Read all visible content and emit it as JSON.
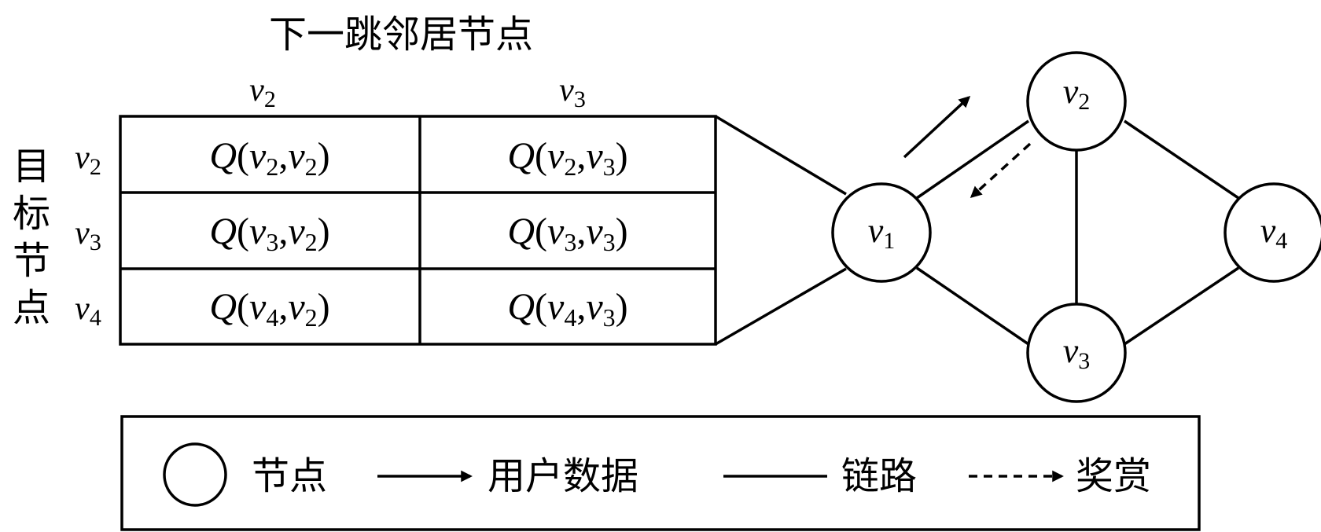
{
  "table": {
    "column_header_title": "下一跳邻居节点",
    "row_header_title": [
      "目",
      "标",
      "节",
      "点"
    ],
    "columns": [
      {
        "var": "v",
        "sub": "2"
      },
      {
        "var": "v",
        "sub": "3"
      }
    ],
    "rows": [
      {
        "var": "v",
        "sub": "2",
        "cells": [
          {
            "fn": "Q",
            "a": "v",
            "a_sub": "2",
            "b": "v",
            "b_sub": "2"
          },
          {
            "fn": "Q",
            "a": "v",
            "a_sub": "2",
            "b": "v",
            "b_sub": "3"
          }
        ]
      },
      {
        "var": "v",
        "sub": "3",
        "cells": [
          {
            "fn": "Q",
            "a": "v",
            "a_sub": "3",
            "b": "v",
            "b_sub": "2"
          },
          {
            "fn": "Q",
            "a": "v",
            "a_sub": "3",
            "b": "v",
            "b_sub": "3"
          }
        ]
      },
      {
        "var": "v",
        "sub": "4",
        "cells": [
          {
            "fn": "Q",
            "a": "v",
            "a_sub": "4",
            "b": "v",
            "b_sub": "2"
          },
          {
            "fn": "Q",
            "a": "v",
            "a_sub": "4",
            "b": "v",
            "b_sub": "3"
          }
        ]
      }
    ]
  },
  "graph": {
    "nodes": [
      {
        "id": "v1",
        "var": "v",
        "sub": "1"
      },
      {
        "id": "v2",
        "var": "v",
        "sub": "2"
      },
      {
        "id": "v3",
        "var": "v",
        "sub": "3"
      },
      {
        "id": "v4",
        "var": "v",
        "sub": "4"
      }
    ],
    "edges": [
      [
        "v1",
        "v2"
      ],
      [
        "v1",
        "v3"
      ],
      [
        "v2",
        "v3"
      ],
      [
        "v2",
        "v4"
      ],
      [
        "v3",
        "v4"
      ]
    ],
    "arrows": [
      {
        "from": "v1",
        "to": "v2",
        "style": "solid"
      },
      {
        "from": "v2",
        "to": "v1",
        "style": "dashed"
      }
    ]
  },
  "legend": {
    "node_label": "节点",
    "data_label": "用户数据",
    "link_label": "链路",
    "reward_label": "奖赏"
  }
}
